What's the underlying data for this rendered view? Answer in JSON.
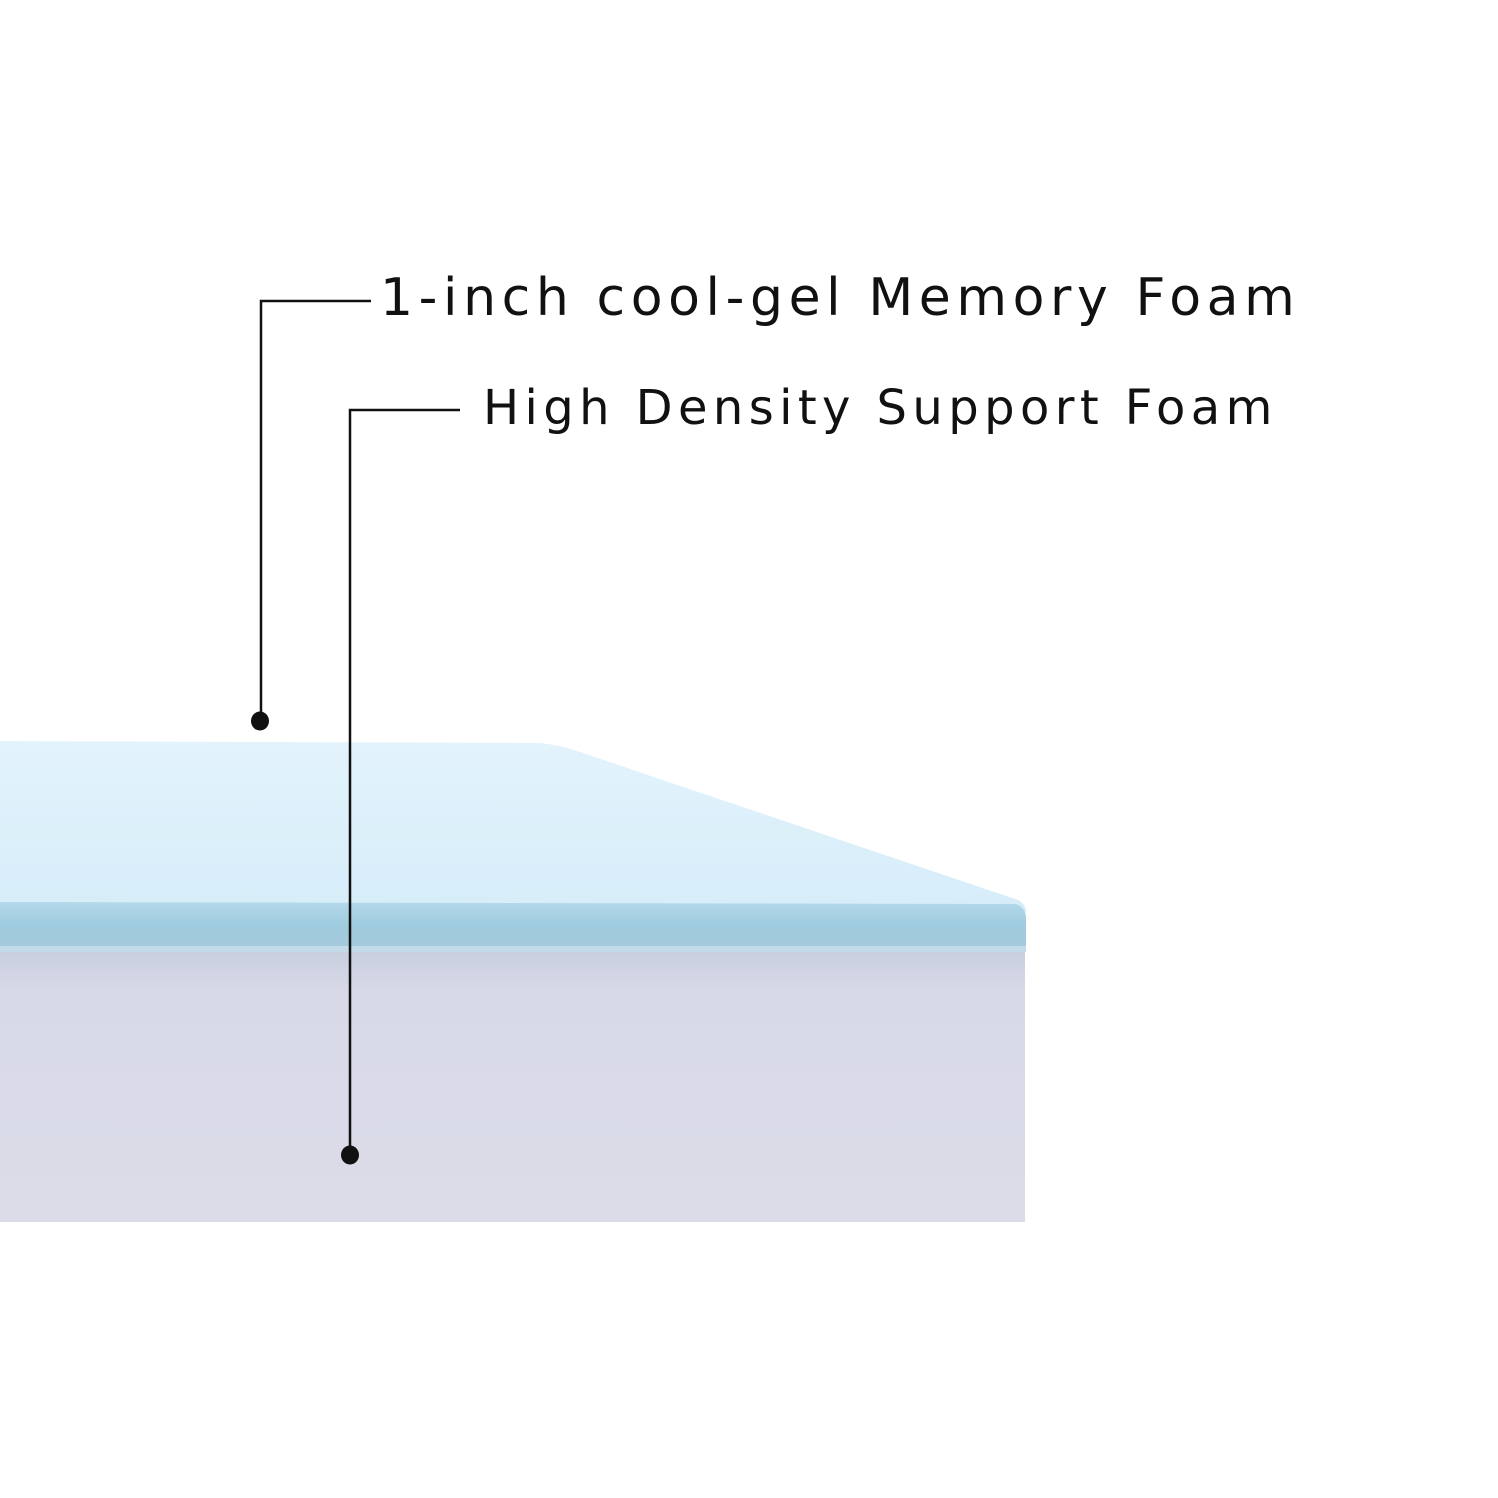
{
  "image": {
    "background": "#ffffff",
    "subject": "mattress topper cross-section"
  },
  "callouts": [
    {
      "label": "1-inch cool-gel Memory Foam",
      "target_layer": "memory-foam"
    },
    {
      "label": "High Density Support Foam",
      "target_layer": "support-foam"
    }
  ],
  "layers": {
    "memory_foam_top_color": "#dcf0fb",
    "memory_foam_edge_color": "#a3cde0",
    "support_foam_color": "#dadbe8"
  },
  "colors": {
    "text": "#111111",
    "leader_line": "#111111"
  }
}
